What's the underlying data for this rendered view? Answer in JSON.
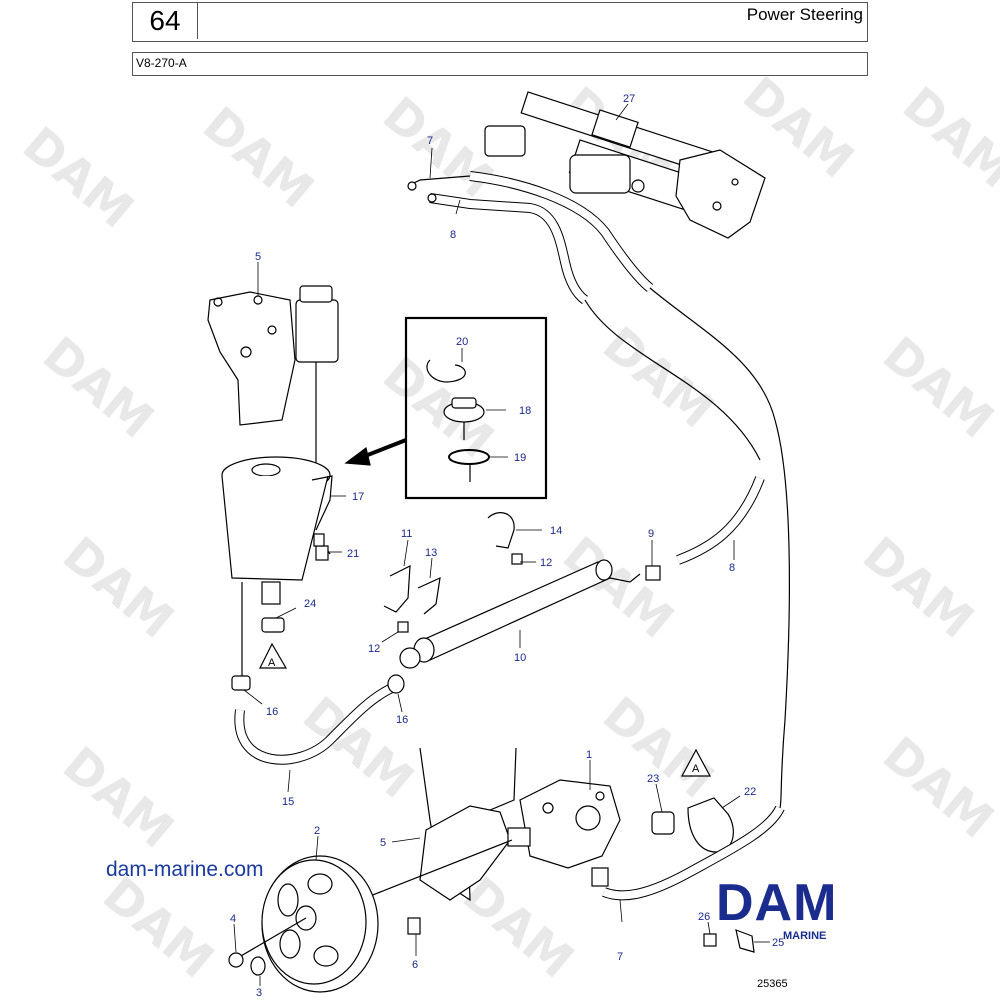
{
  "header": {
    "section_number": "64",
    "section_title": "Power Steering",
    "model_code": "V8-270-A"
  },
  "watermark": "DAM",
  "callouts": {
    "p1": "1",
    "p2": "2",
    "p3": "3",
    "p4": "4",
    "p5a": "5",
    "p5b": "5",
    "p6": "6",
    "p7a": "7",
    "p7b": "7",
    "p8a": "8",
    "p8b": "8",
    "p9": "9",
    "p10": "10",
    "p11": "11",
    "p12a": "12",
    "p12b": "12",
    "p13": "13",
    "p14": "14",
    "p15": "15",
    "p16a": "16",
    "p16b": "16",
    "p17": "17",
    "p18": "18",
    "p19": "19",
    "p20": "20",
    "p21": "21",
    "p22": "22",
    "p23": "23",
    "p24": "24",
    "p25": "25",
    "p26": "26",
    "p27": "27"
  },
  "connection_marker": "A",
  "website": "dam-marine.com",
  "brand": {
    "name": "DAM",
    "sub": "MARINE",
    "color": "#1b2c8f"
  },
  "figure_number": "25365"
}
